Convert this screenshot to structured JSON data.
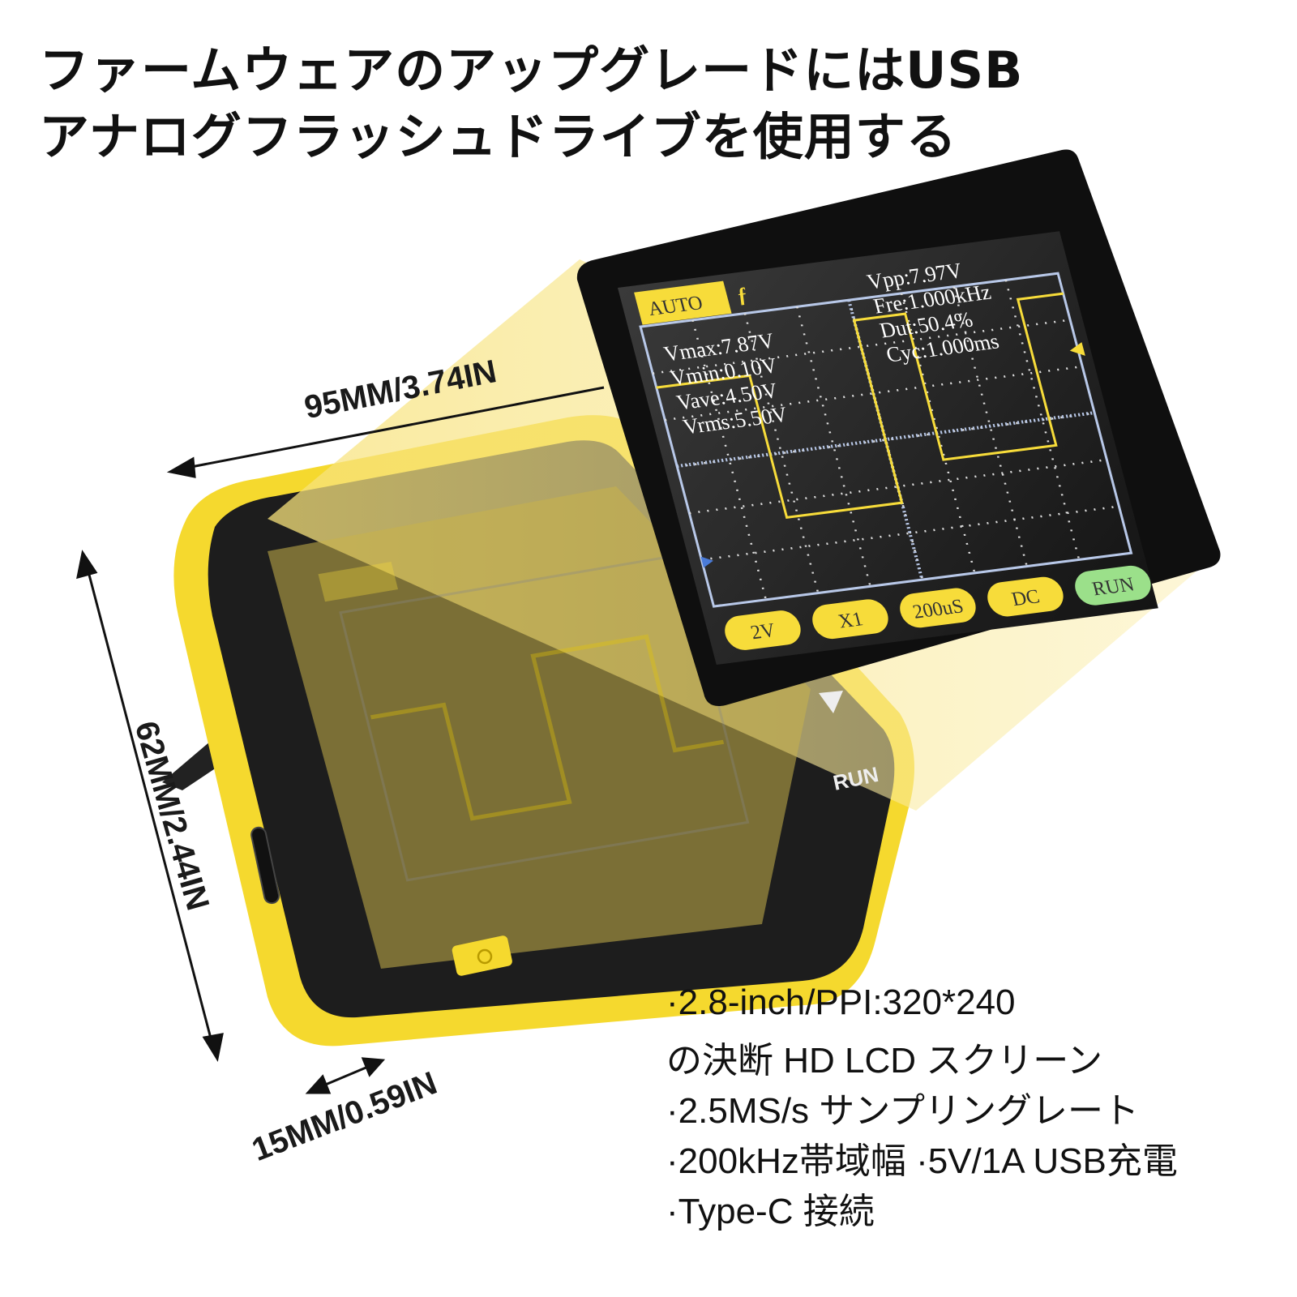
{
  "title": {
    "line1": "ファームウェアのアップグレードにはUSB",
    "line2": "アナログフラッシュドライブを使用する"
  },
  "dimensions": {
    "width": "95MM/3.74IN",
    "height": "62MM/2.44IN",
    "depth": "15MM/0.59IN"
  },
  "screen": {
    "mode": "AUTO",
    "trigger_icon": "trigger-edge-icon",
    "measurements_left": [
      "Vmax:7.87V",
      "Vmin:0.10V",
      "Vave:4.50V",
      "Vrms:5.50V"
    ],
    "measurements_right": [
      "Vpp:7.97V",
      "Fre:1.000kHz",
      "Dut:50.4%",
      "Cyc:1.000ms"
    ],
    "buttons": [
      "2V",
      "X1",
      "200uS",
      "DC",
      "RUN"
    ]
  },
  "device": {
    "run_label": "RUN",
    "down_icon": "triangle-down-icon",
    "power_icon": "power-icon"
  },
  "specs": [
    "·2.8-inch/PPI:320*240",
    " の決断 HD LCD スクリーン",
    "·2.5MS/s サンプリングレート",
    "·200kHz帯域幅 ·5V/1A USB充電",
    "·Type-C 接続"
  ],
  "colors": {
    "yellow": "#f7dc3a",
    "run_green": "#9be08a",
    "grid": "#b8c8e8",
    "body": "#1c1c1c"
  }
}
